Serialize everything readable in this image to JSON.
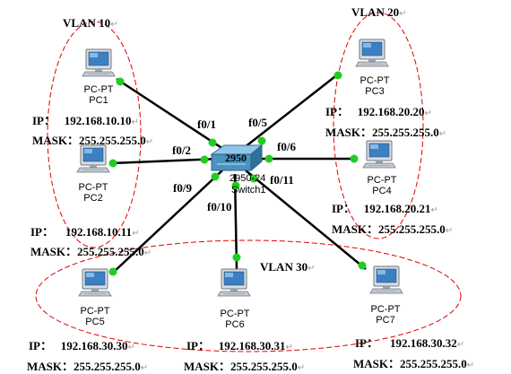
{
  "vlans": [
    {
      "id": "vlan10",
      "label": "VLAN 10"
    },
    {
      "id": "vlan20",
      "label": "VLAN 20"
    },
    {
      "id": "vlan30",
      "label": "VLAN 30"
    }
  ],
  "switch": {
    "model_top": "2950",
    "model_bottom": "2950-24",
    "name": "Switch1"
  },
  "pcs": [
    {
      "id": "pc1",
      "type": "PC-PT",
      "name": "PC1",
      "ip": "192.168.10.10",
      "mask": "255.255.255.0",
      "port": "f0/1"
    },
    {
      "id": "pc2",
      "type": "PC-PT",
      "name": "PC2",
      "ip": "192.168.10.11",
      "mask": "255.255.255.0",
      "port": "f0/2"
    },
    {
      "id": "pc3",
      "type": "PC-PT",
      "name": "PC3",
      "ip": "192.168.20.20",
      "mask": "255.255.255.0",
      "port": "f0/5"
    },
    {
      "id": "pc4",
      "type": "PC-PT",
      "name": "PC4",
      "ip": "192.168.20.21",
      "mask": "255.255.255.0",
      "port": "f0/6"
    },
    {
      "id": "pc5",
      "type": "PC-PT",
      "name": "PC5",
      "ip": "192.168.30.30",
      "mask": "255.255.255.0",
      "port": "f0/9"
    },
    {
      "id": "pc6",
      "type": "PC-PT",
      "name": "PC6",
      "ip": "192.168.30.31",
      "mask": "255.255.255.0",
      "port": "f0/10"
    },
    {
      "id": "pc7",
      "type": "PC-PT",
      "name": "PC7",
      "ip": "192.168.30.32",
      "mask": "255.255.255.0",
      "port": "f0/11"
    }
  ],
  "labels": {
    "ip": "IP：",
    "mask": "MASK："
  },
  "colors": {
    "link": "#000000",
    "port_dot": "#22cc22",
    "vlan_outline": "#e00000"
  }
}
